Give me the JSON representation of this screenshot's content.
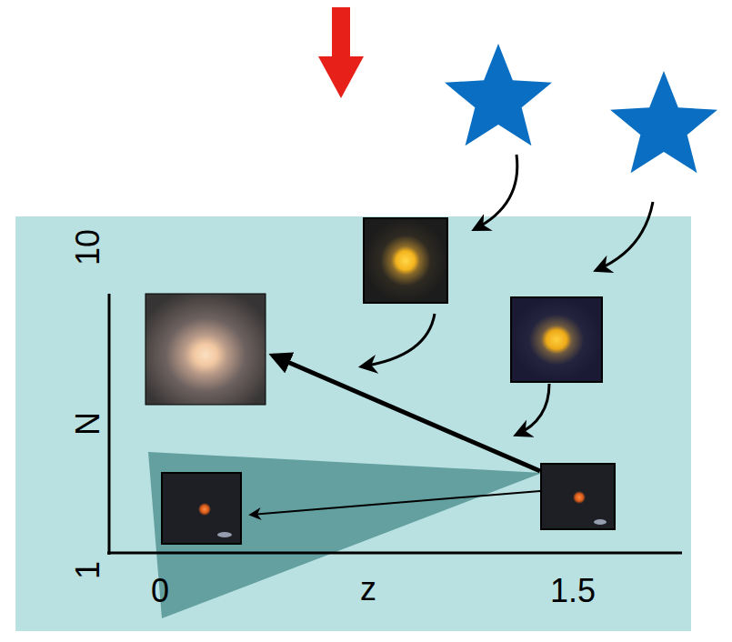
{
  "diagram": {
    "labels": [
      "10",
      "N",
      "1",
      "0",
      "z",
      "1.5"
    ]
  }
}
